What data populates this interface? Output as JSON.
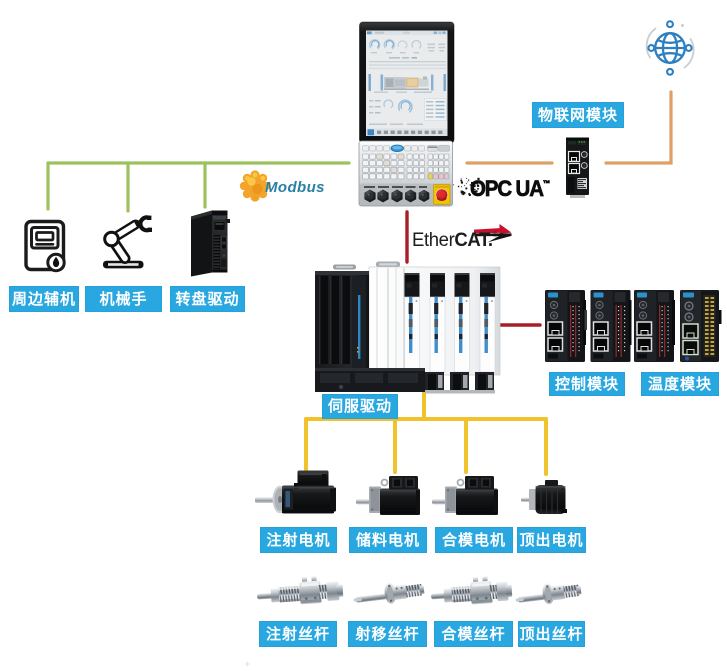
{
  "diagram": {
    "description": "Injection molding machine control system architecture diagram",
    "domain": "industrial-automation"
  },
  "labels": {
    "iot_module": "物联网模块",
    "peripheral": "周边辅机",
    "robot_arm": "机械手",
    "turntable_drive": "转盘驱动",
    "servo_drive": "伺服驱动",
    "control_module": "控制模块",
    "temperature_module": "温度模块",
    "motors": [
      "注射电机",
      "储料电机",
      "合模电机",
      "顶出电机"
    ],
    "screws": [
      "注射丝杆",
      "射移丝杆",
      "合模丝杆",
      "顶出丝杆"
    ]
  },
  "logos": {
    "modbus": "Modbus",
    "opc_ua": "OPC UA",
    "opc_ua_tm": "™",
    "ethercat_regular": "Ether",
    "ethercat_bold": "CAT.",
    "ethercat_mark": "®"
  },
  "icons": {
    "internet": "globe-network-icon",
    "modbus": "gear-icon",
    "ethercat": "right-arrow-icon",
    "peripheral": "auxiliary-dryer-icon",
    "robot": "robot-arm-icon",
    "drop": "water-drop-icon"
  },
  "colors": {
    "label_bg": "#29a7e0",
    "label_text": "#ffffff",
    "line_green": "#9cc25d",
    "line_orange": "#dda066",
    "line_yellow": "#f0c32d",
    "line_red": "#a81e25",
    "globe_blue": "#2e7fc0",
    "modbus_text": "#2a7fa8",
    "modbus_gear": "#f2a42b",
    "ethercat_arrow": "#c8102e"
  }
}
